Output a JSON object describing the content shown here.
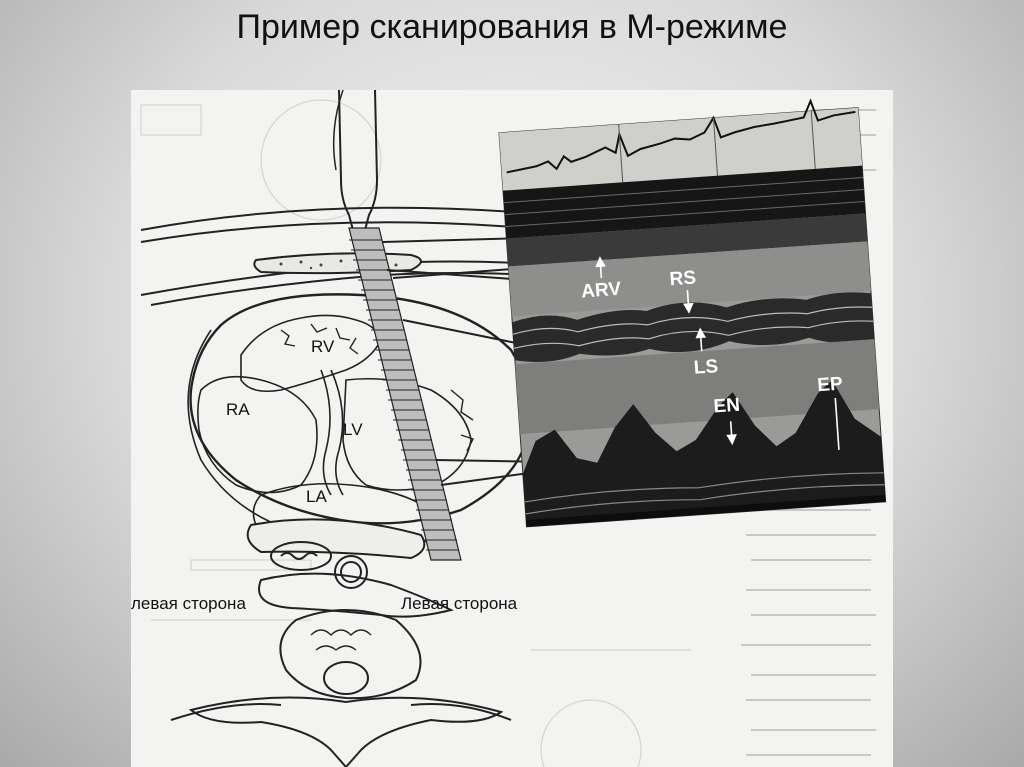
{
  "slide": {
    "title": "Пример сканирования в М-режиме"
  },
  "diagram": {
    "chambers": {
      "rv": "RV",
      "ra": "RA",
      "lv": "LV",
      "la": "LA"
    },
    "side_labels": {
      "left_cut": "левая сторона",
      "left": "Левая сторона"
    },
    "mmode_labels": {
      "arv": "ARV",
      "rs": "RS",
      "ls": "LS",
      "en": "EN",
      "ep": "EP"
    }
  }
}
